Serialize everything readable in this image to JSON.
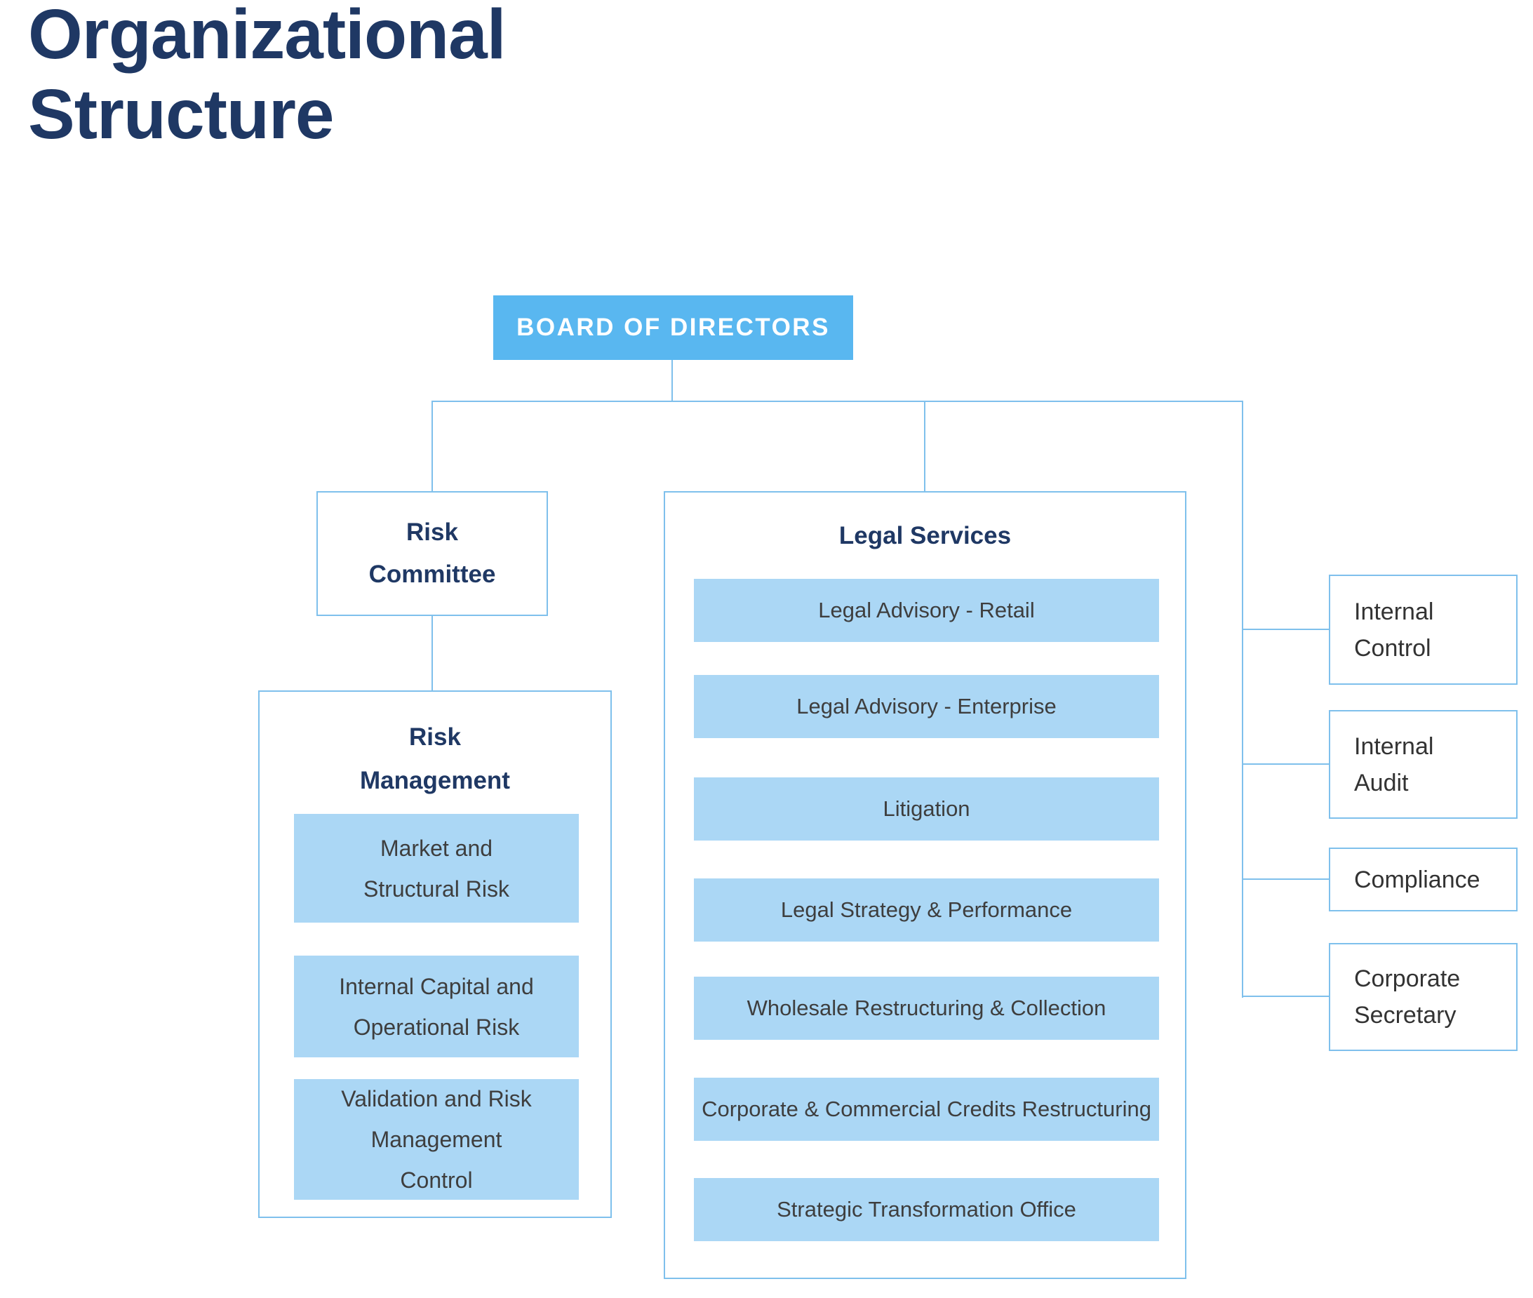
{
  "title": {
    "line1": "Organizational",
    "line2": "Structure"
  },
  "board": {
    "label": "BOARD OF DIRECTORS"
  },
  "risk_committee": {
    "lines": [
      "Risk",
      "Committee"
    ]
  },
  "risk_management": {
    "title_lines": [
      "Risk",
      "Management"
    ],
    "items": [
      {
        "lines": [
          "Market and",
          "Structural Risk"
        ]
      },
      {
        "lines": [
          "Internal Capital and",
          "Operational Risk"
        ]
      },
      {
        "lines": [
          "Validation and Risk",
          "Management",
          "Control"
        ]
      }
    ]
  },
  "legal_services": {
    "title": "Legal Services",
    "items": [
      "Legal Advisory - Retail",
      "Legal Advisory - Enterprise",
      "Litigation",
      "Legal Strategy & Performance",
      "Wholesale Restructuring & Collection",
      "Corporate & Commercial Credits Restructuring",
      "Strategic Transformation Office"
    ]
  },
  "side_units": [
    {
      "lines": [
        "Internal",
        "Control"
      ]
    },
    {
      "lines": [
        "Internal",
        "Audit"
      ]
    },
    {
      "lines": [
        "Compliance"
      ]
    },
    {
      "lines": [
        "Corporate",
        "Secretary"
      ]
    }
  ],
  "colors": {
    "navy": "#1F3864",
    "board_fill": "#59B7F0",
    "item_fill": "#ABD7F5",
    "line": "#7FC0EC",
    "text_dark": "#3E3E3E"
  }
}
